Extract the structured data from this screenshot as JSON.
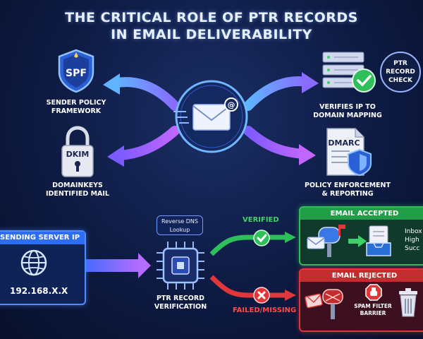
{
  "title": {
    "line1": "THE CRITICAL ROLE OF PTR RECORDS",
    "line2": "IN EMAIL DELIVERABILITY"
  },
  "top": {
    "spf": {
      "badge": "SPF",
      "label_line1": "SENDER POLICY",
      "label_line2": "FRAMEWORK"
    },
    "dkim": {
      "badge": "DKIM",
      "label_line1": "DOMAINKEYS",
      "label_line2": "IDENTIFIED MAIL"
    },
    "ptr_check": {
      "badge_line1": "PTR",
      "badge_line2": "RECORD",
      "badge_line3": "CHECK",
      "label_line1": "VERIFIES IP TO",
      "label_line2": "DOMAIN MAPPING"
    },
    "dmarc": {
      "badge": "DMARC",
      "label_line1": "POLICY ENFORCEMENT",
      "label_line2": "& REPORTING"
    }
  },
  "flow": {
    "sending_server": {
      "header": "SENDING SERVER IP",
      "ip": "192.168.X.X"
    },
    "reverse_dns": {
      "line1": "Reverse DNS",
      "line2": "Lookup"
    },
    "ptr_verification": {
      "line1": "PTR RECORD",
      "line2": "VERIFICATION"
    },
    "verified_label": "VERIFIED",
    "failed_label": "FAILED/MISSING",
    "accepted": {
      "header": "EMAIL ACCEPTED",
      "line1": "Inbox",
      "line2": "High",
      "line3": "Succ"
    },
    "rejected": {
      "header": "EMAIL REJECTED",
      "barrier_line1": "SPAM FILTER",
      "barrier_line2": "BARRIER"
    }
  },
  "colors": {
    "accent_blue": "#4f8cff",
    "accent_purple": "#9b5cff",
    "success_green": "#2fbf5a",
    "danger_red": "#e0383a",
    "title_text": "#e8f0ff"
  }
}
